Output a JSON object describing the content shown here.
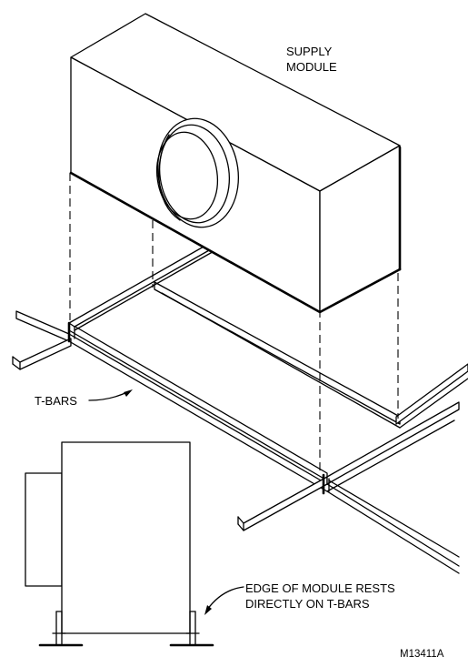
{
  "labels": {
    "supply_module_line1": "SUPPLY",
    "supply_module_line2": "MODULE",
    "t_bars": "T-BARS",
    "edge_note_line1": "EDGE OF MODULE RESTS",
    "edge_note_line2": "DIRECTLY ON T-BARS",
    "figure_id": "M13411A"
  }
}
